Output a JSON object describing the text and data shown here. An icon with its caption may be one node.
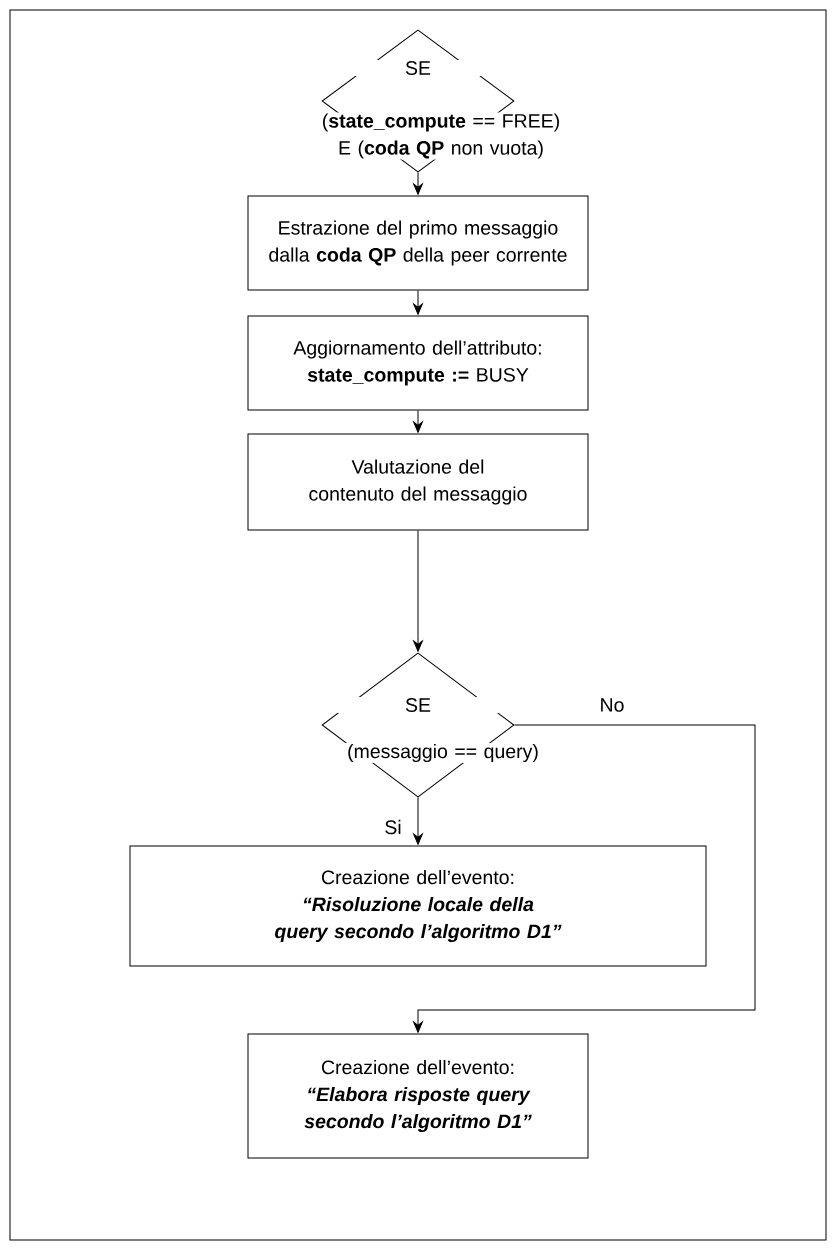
{
  "diagram": {
    "nodes": [
      {
        "text": [
          "SE",
          "(**state_compute** == FREE) E (**coda QP** non vuota)"
        ]
      },
      {
        "text": [
          "Estrazione del primo messaggio dalla **coda QP** della peer corrente"
        ]
      },
      {
        "text": [
          "Aggiornamento dell’attributo:",
          "**state_compute :=** BUSY"
        ]
      },
      {
        "text": [
          "Valutazione del contenuto del messaggio"
        ]
      },
      {
        "text": [
          "SE",
          "(messaggio == query)"
        ]
      },
      {
        "text": [
          "Creazione dell’evento:",
          "“Risoluzione locale della query secondo l’algoritmo D1”"
        ]
      },
      {
        "text": [
          "Creazione dell’evento:",
          "“Elabora risposte query secondo l’algoritmo D1”"
        ]
      }
    ],
    "edges": [
      {
        "from": 0,
        "to": 1,
        "arrow": "to"
      },
      {
        "from": 1,
        "to": 2,
        "arrow": "to"
      },
      {
        "from": 2,
        "to": 3,
        "arrow": "to"
      },
      {
        "from": 3,
        "to": 4,
        "arrow": "to"
      },
      {
        "from": 4,
        "to": 5,
        "arrow": "to",
        "label": "Si"
      },
      {
        "from": 4,
        "to": 6,
        "arrow": "to",
        "label": "No"
      }
    ]
  }
}
